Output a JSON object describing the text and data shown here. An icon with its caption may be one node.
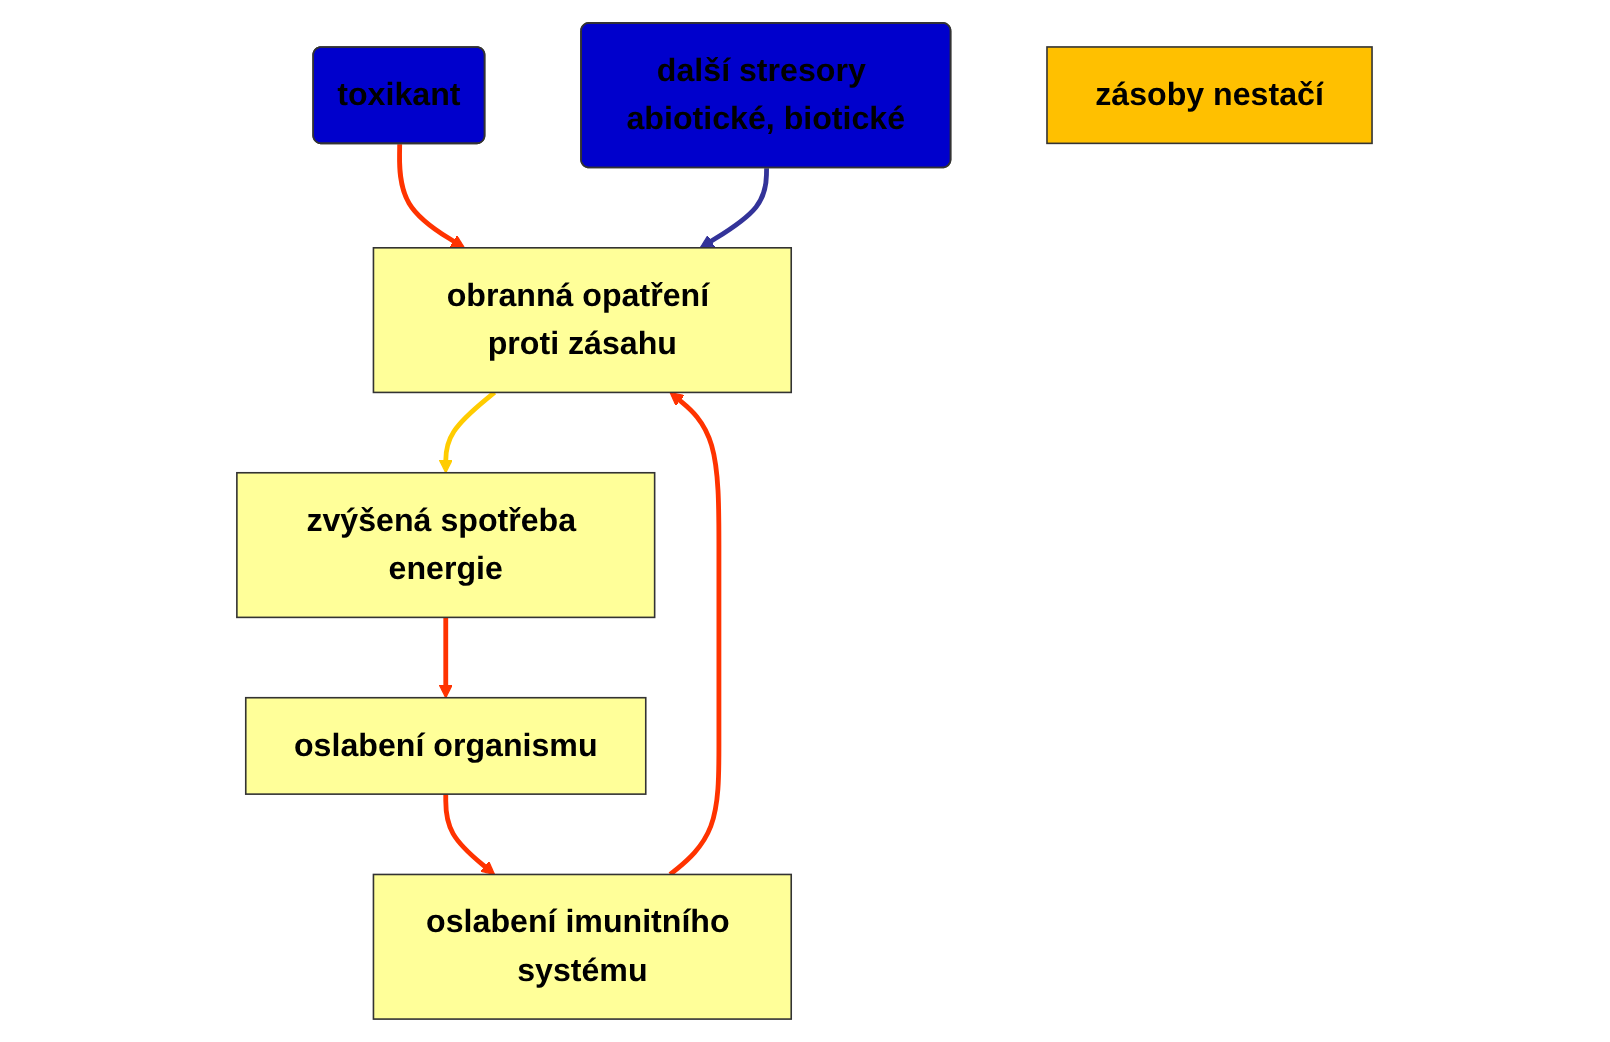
{
  "diagram": {
    "nodes": [
      {
        "text": [
          "toxikant"
        ]
      },
      {
        "text": [
          "další stresory abiotické, biotické"
        ]
      },
      {
        "text": [
          "obranná opatření proti zásahu"
        ]
      },
      {
        "text": [
          "zvýšená spotřeba energie"
        ]
      },
      {
        "text": [
          "zásoby nestačí"
        ]
      },
      {
        "text": [
          "oslabení imunitního systému"
        ]
      },
      {
        "text": [
          "oslabení organismu"
        ]
      }
    ],
    "edges": [
      {
        "from": 0,
        "to": 2,
        "arrow": "to",
        "color": "#ff3300"
      },
      {
        "from": 1,
        "to": 2,
        "arrow": "to",
        "color": "#333399"
      },
      {
        "from": 2,
        "to": 3,
        "arrow": "to",
        "color": "#ffcc00"
      },
      {
        "from": 3,
        "to": 6,
        "arrow": "to",
        "color": "#ff3300"
      },
      {
        "from": 6,
        "to": 5,
        "arrow": "to",
        "color": "#ff3300"
      },
      {
        "from": 5,
        "to": 2,
        "arrow": "to",
        "color": "#ff3300"
      }
    ]
  }
}
